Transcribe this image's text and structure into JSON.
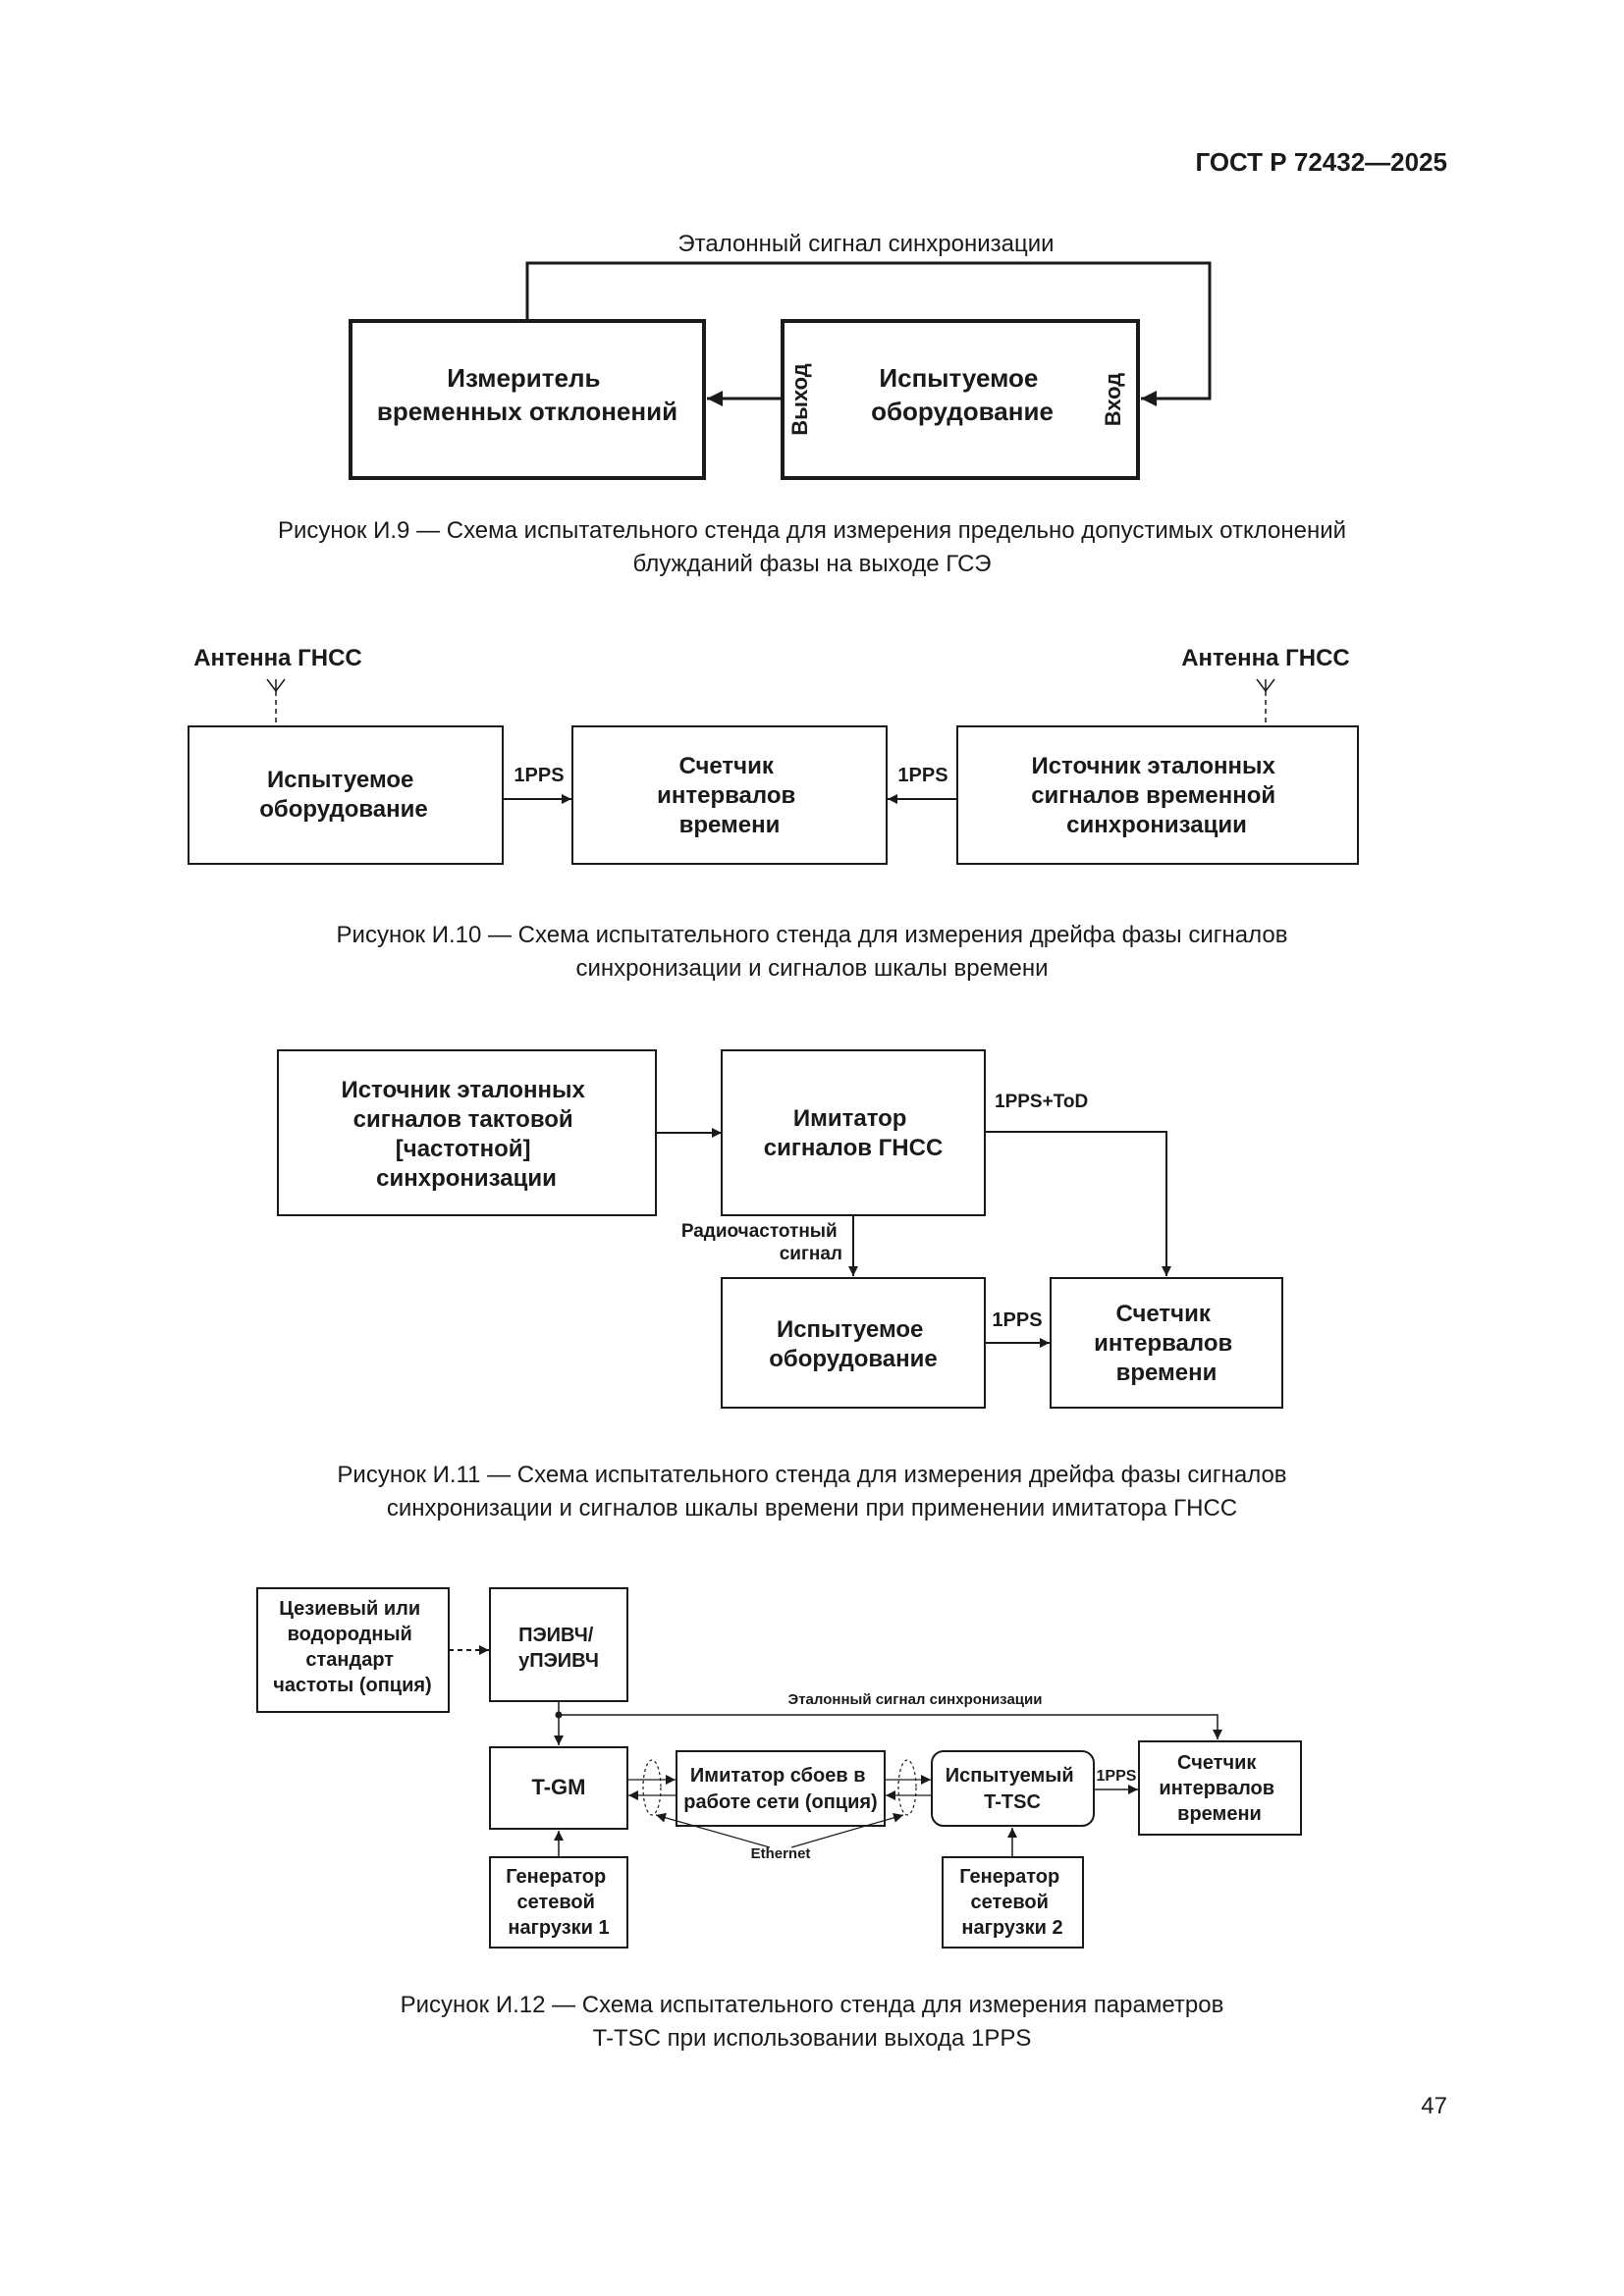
{
  "header": {
    "doc_code": "ГОСТ Р 72432—2025"
  },
  "page_number": "47",
  "fig9": {
    "top_label": "Эталонный сигнал синхронизации",
    "meter": [
      "Измеритель",
      "временных отклонений"
    ],
    "dut": [
      "Испытуемое",
      "оборудование"
    ],
    "out_label": "Выход",
    "in_label": "Вход",
    "caption": [
      "Рисунок И.9 — Схема испытательного стенда для измерения предельно допустимых отклонений",
      "блужданий фазы на выходе ГСЭ"
    ]
  },
  "fig10": {
    "antenna_left": "Антенна ГНСС",
    "antenna_right": "Антенна ГНСС",
    "dut": [
      "Испытуемое",
      "оборудование"
    ],
    "counter": [
      "Счетчик",
      "интервалов",
      "времени"
    ],
    "source": [
      "Источник эталонных",
      "сигналов временной",
      "синхронизации"
    ],
    "pps_left": "1PPS",
    "pps_right": "1PPS",
    "caption": [
      "Рисунок И.10 — Схема испытательного стенда для измерения дрейфа фазы сигналов",
      "синхронизации и сигналов шкалы времени"
    ]
  },
  "fig11": {
    "source": [
      "Источник эталонных",
      "сигналов тактовой",
      "[частотной]",
      "синхронизации"
    ],
    "simulator": [
      "Имитатор",
      "сигналов ГНСС"
    ],
    "pps_tod": "1PPS+ToD",
    "rf_label": [
      "Радиочастотный",
      "сигнал"
    ],
    "dut": [
      "Испытуемое",
      "оборудование"
    ],
    "pps": "1PPS",
    "counter": [
      "Счетчик",
      "интервалов",
      "времени"
    ],
    "caption": [
      "Рисунок И.11 — Схема испытательного стенда для измерения дрейфа фазы сигналов",
      "синхронизации и сигналов шкалы времени при применении имитатора ГНСС"
    ]
  },
  "fig12": {
    "cesium": [
      "Цезиевый или",
      "водородный",
      "стандарт",
      "частоты (опция)"
    ],
    "peivch": [
      "ПЭИВЧ/",
      "уПЭИВЧ"
    ],
    "ref_sync": "Эталонный сигнал синхронизации",
    "tgm": "T-GM",
    "impairment": [
      "Имитатор сбоев  в",
      "работе сети (опция)"
    ],
    "ttsc": [
      "Испытуемый",
      "T-TSC"
    ],
    "pps": "1PPS",
    "counter": [
      "Счетчик",
      "интервалов",
      "времени"
    ],
    "ethernet": "Ethernet",
    "gen1": [
      "Генератор",
      "сетевой",
      "нагрузки 1"
    ],
    "gen2": [
      "Генератор",
      "сетевой",
      "нагрузки 2"
    ],
    "caption": [
      "Рисунок И.12 — Схема испытательного стенда для измерения параметров",
      "T-TSC при использовании выхода 1PPS"
    ]
  }
}
